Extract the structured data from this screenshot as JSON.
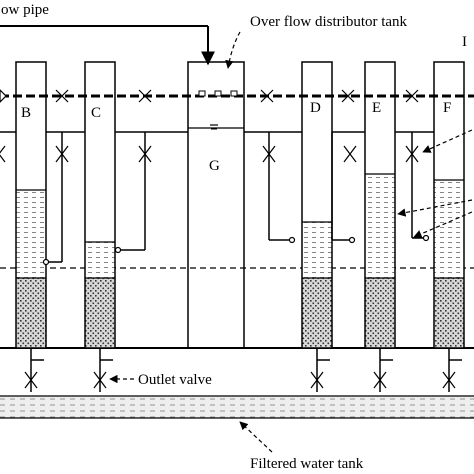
{
  "labels": {
    "inflow_pipe": "ow pipe",
    "distributor_tank": "Over flow distributor tank",
    "outlet_valve": "Outlet valve",
    "filtered_tank": "Filtered water tank",
    "edge_char": "I"
  },
  "columns": {
    "b": "B",
    "c": "C",
    "g": "G",
    "d": "D",
    "e": "E",
    "f": "F"
  }
}
